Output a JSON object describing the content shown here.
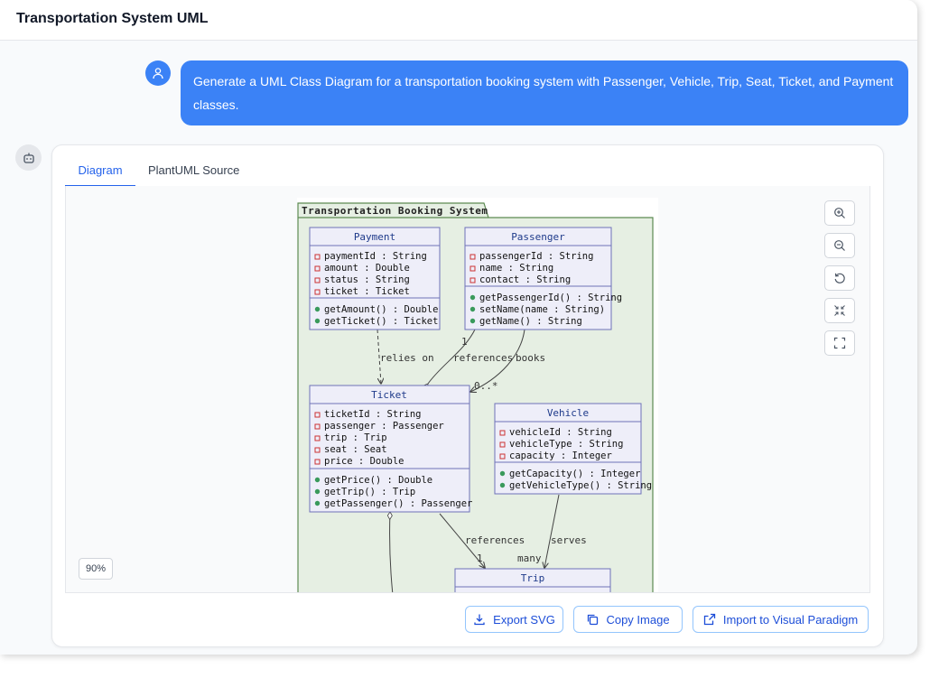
{
  "header": {
    "title": "Transportation System UML"
  },
  "user_message": "Generate a UML Class Diagram for a transportation booking system with Passenger, Vehicle, Trip, Seat, Ticket, and Payment classes.",
  "tabs": [
    "Diagram",
    "PlantUML Source"
  ],
  "zoom_level": "90%",
  "buttons": {
    "export_svg": "Export SVG",
    "copy_image": "Copy Image",
    "import_vp": "Import to Visual Paradigm"
  },
  "diagram": {
    "package": "Transportation Booking System",
    "classes": [
      {
        "name": "Payment",
        "attributes": [
          "paymentId : String",
          "amount : Double",
          "status : String",
          "ticket : Ticket"
        ],
        "methods": [
          "getAmount() : Double",
          "getTicket() : Ticket"
        ]
      },
      {
        "name": "Passenger",
        "attributes": [
          "passengerId : String",
          "name : String",
          "contact : String"
        ],
        "methods": [
          "getPassengerId() : String",
          "setName(name : String)",
          "getName() : String"
        ]
      },
      {
        "name": "Ticket",
        "attributes": [
          "ticketId : String",
          "passenger : Passenger",
          "trip : Trip",
          "seat : Seat",
          "price : Double"
        ],
        "methods": [
          "getPrice() : Double",
          "getTrip() : Trip",
          "getPassenger() : Passenger"
        ]
      },
      {
        "name": "Vehicle",
        "attributes": [
          "vehicleId : String",
          "vehicleType : String",
          "capacity : Integer"
        ],
        "methods": [
          "getCapacity() : Integer",
          "getVehicleType() : String"
        ]
      },
      {
        "name": "Trip",
        "attributes": [],
        "methods": []
      }
    ],
    "relations": {
      "relies_on": "relies on",
      "references_1": "references",
      "books": "books",
      "references_2": "references",
      "serves": "serves",
      "mult_1_a": "1",
      "mult_0_many": "0..*",
      "mult_1_b": "1",
      "mult_many": "many"
    }
  }
}
